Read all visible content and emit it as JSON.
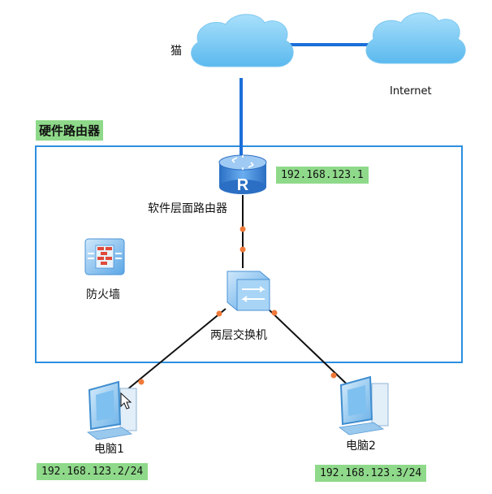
{
  "labels": {
    "modem": "猫",
    "internet": "Internet",
    "hardware_router": "硬件路由器",
    "software_router": "软件层面路由器",
    "firewall": "防火墙",
    "switch": "两层交换机",
    "pc1": "电脑1",
    "pc2": "电脑2"
  },
  "addresses": {
    "router_ip": "192.168.123.1",
    "pc1_ip": "192.168.123.2/24",
    "pc2_ip": "192.168.123.3/24"
  },
  "colors": {
    "cloud": "#6ec6f2",
    "link_blue": "#1b6fd8",
    "box_border": "#2b8fe0",
    "link_black": "#111111",
    "port_dot": "#f07a3a",
    "tag_bg": "#8fd98a",
    "router": "#3a86d6"
  },
  "icons": [
    "cloud-icon",
    "router-icon",
    "switch-icon",
    "firewall-icon",
    "computer-icon",
    "cursor-icon"
  ]
}
